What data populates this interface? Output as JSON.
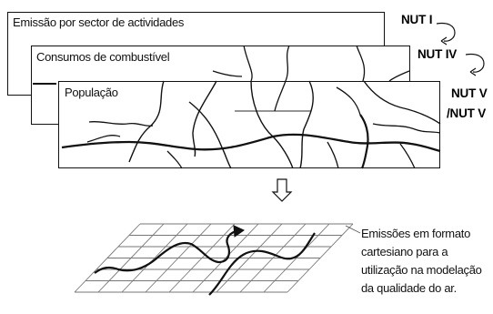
{
  "layers": [
    {
      "title": "Emissão por sector de actividades",
      "nut": "NUT I"
    },
    {
      "title": "Consumos de combustível",
      "nut": "NUT IV"
    },
    {
      "title": "População",
      "nut_line1": "NUT V",
      "nut_line2": "/NUT V"
    }
  ],
  "caption": {
    "line1": "Emissões em formato",
    "line2": "cartesiano para a",
    "line3": "utilização na modelação",
    "line4": "da qualidade do ar."
  },
  "icons": {
    "nut_arrow": "curved-arrow-icon",
    "process_arrow": "down-arrow-icon"
  },
  "colors": {
    "ink": "#111111",
    "grid": "#777777",
    "background": "#ffffff"
  }
}
